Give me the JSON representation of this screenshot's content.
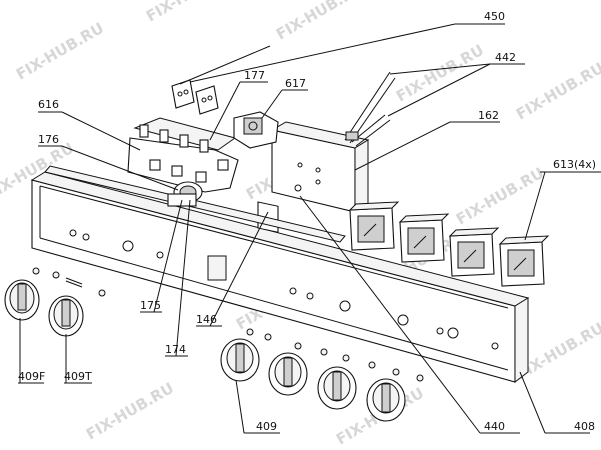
{
  "watermark": "FIX-HUB.RU",
  "labels": {
    "l450": "450",
    "l442": "442",
    "l177": "177",
    "l617": "617",
    "l616": "616",
    "l162": "162",
    "l176": "176",
    "l613": "613(4x)",
    "l175": "175",
    "l146": "146",
    "l174": "174",
    "l409F": "409F",
    "l409T": "409T",
    "l409": "409",
    "l440": "440",
    "l408": "408"
  }
}
